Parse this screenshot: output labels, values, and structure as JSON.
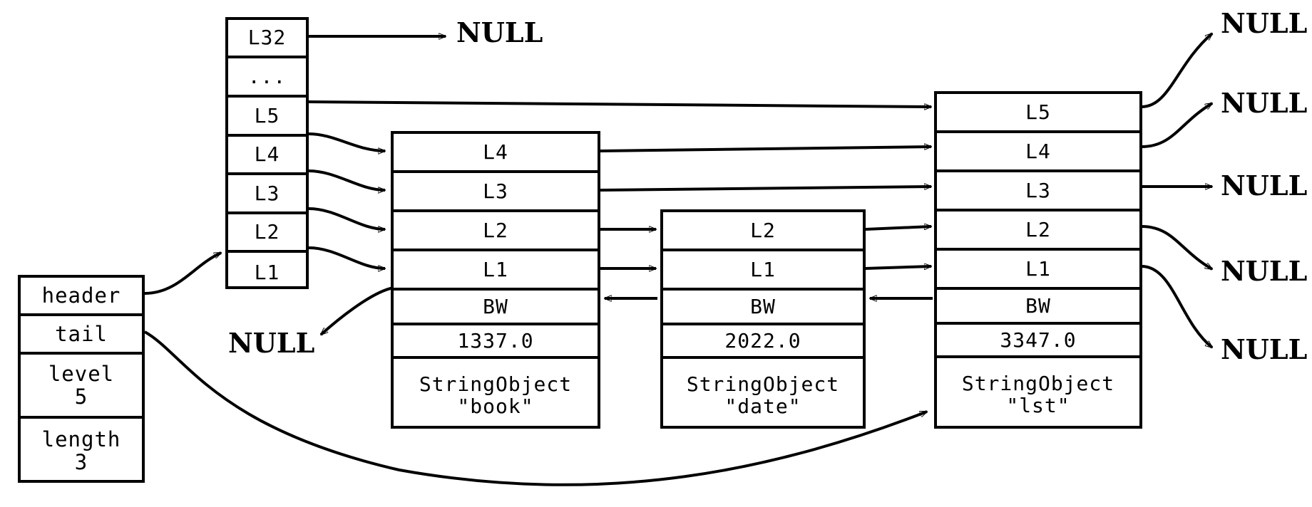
{
  "diagram": {
    "title": "skiplist-structure-diagram",
    "ink_color": "#000000",
    "paper_color": "#ffffff"
  },
  "skiplist_struct": {
    "name": "zskiplist",
    "rows": [
      {
        "label": "header",
        "value": ""
      },
      {
        "label": "tail",
        "value": ""
      },
      {
        "label": "level",
        "value": "5"
      },
      {
        "label": "length",
        "value": "3"
      }
    ]
  },
  "header_node": {
    "name": "header-node",
    "levels": [
      "L32",
      "...",
      "L5",
      "L4",
      "L3",
      "L2",
      "L1"
    ]
  },
  "nodes": [
    {
      "name": "node-book",
      "levels": [
        "L4",
        "L3",
        "L2",
        "L1"
      ],
      "backward": "BW",
      "score": "1337.0",
      "obj_type": "StringObject",
      "obj_value": "\"book\""
    },
    {
      "name": "node-date",
      "levels": [
        "L2",
        "L1"
      ],
      "backward": "BW",
      "score": "2022.0",
      "obj_type": "StringObject",
      "obj_value": "\"date\""
    },
    {
      "name": "node-lst",
      "levels": [
        "L5",
        "L4",
        "L3",
        "L2",
        "L1"
      ],
      "backward": "BW",
      "score": "3347.0",
      "obj_type": "StringObject",
      "obj_value": "\"lst\""
    }
  ],
  "null_labels": {
    "header_top": "NULL",
    "first_backward": "NULL",
    "tail_l5": "NULL",
    "tail_l4": "NULL",
    "tail_l3": "NULL",
    "tail_l2": "NULL",
    "tail_l1": "NULL"
  }
}
